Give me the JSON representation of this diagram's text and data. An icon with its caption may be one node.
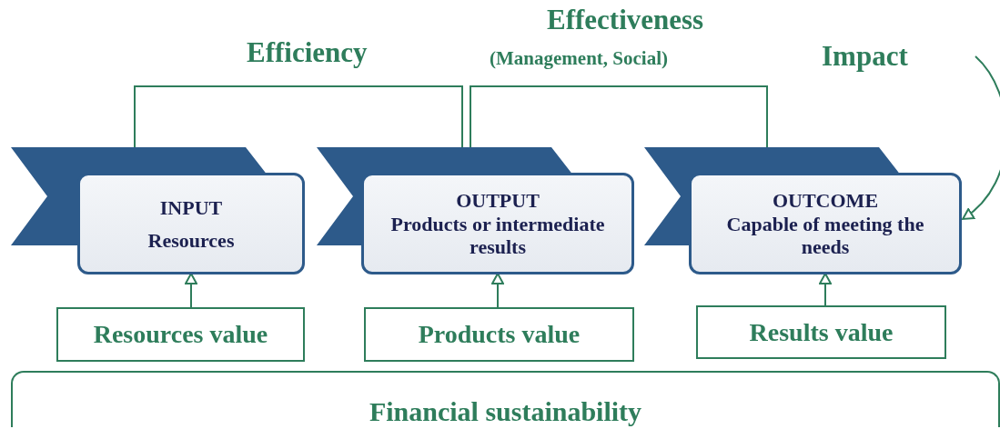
{
  "diagram": {
    "nodes": [
      {
        "text": [
          "INPUT",
          "Resources"
        ]
      },
      {
        "text": [
          "OUTPUT",
          "Products or intermediate results"
        ]
      },
      {
        "text": [
          "OUTCOME",
          "Capable of meeting the needs"
        ]
      },
      {
        "text": [
          "Resources value"
        ]
      },
      {
        "text": [
          "Products value"
        ]
      },
      {
        "text": [
          "Results value"
        ]
      },
      {
        "text": [
          "Financial sustainability"
        ]
      }
    ],
    "edges": [
      {
        "from": 0,
        "to": 1,
        "arrow": "none",
        "label": "Efficiency"
      },
      {
        "from": 1,
        "to": 2,
        "arrow": "none",
        "label": "Effectiveness"
      },
      {
        "from": 3,
        "to": 0,
        "arrow": "to"
      },
      {
        "from": 4,
        "to": 1,
        "arrow": "to"
      },
      {
        "from": 5,
        "to": 2,
        "arrow": "to"
      },
      {
        "from": null,
        "to": 2,
        "arrow": "to",
        "label": "Impact"
      }
    ],
    "labels": [
      "(Management, Social)"
    ]
  }
}
